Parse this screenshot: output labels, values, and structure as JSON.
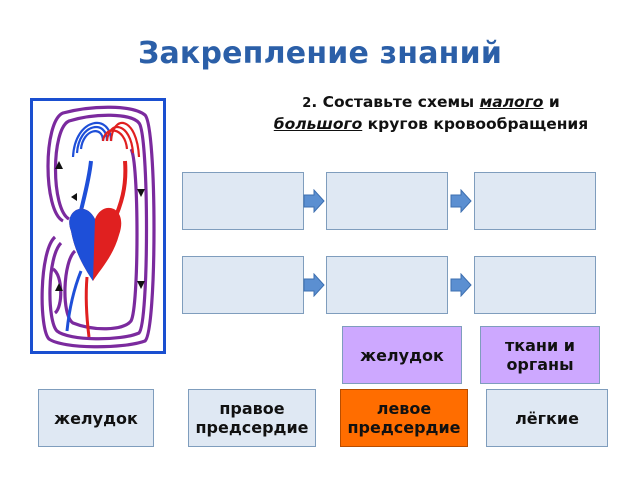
{
  "slide": {
    "title": "Закрепление знаний",
    "task_number": "2",
    "task_dot": ". ",
    "task_part1": "Составьте схемы ",
    "task_small": "малого",
    "task_and": " и",
    "task_large": "большого",
    "task_part2": " кругов кровообращения"
  },
  "scheme": {
    "slots": [
      "",
      "",
      "",
      "",
      "",
      ""
    ]
  },
  "cards": {
    "stomach_top": "желудок",
    "tissues_organs": "ткани и органы",
    "stomach_bottom": "желудок",
    "right_atrium": "правое предсердие",
    "left_atrium": "левое предсердие",
    "lungs": "лёгкие"
  },
  "colors": {
    "title": "#2b5fa8",
    "arrow": "#5b8fd1",
    "card_purple": "#cda8ff",
    "card_light": "#dfe8f3",
    "card_orange": "#ff6d00",
    "frame": "#1a4fd0"
  },
  "icons": {
    "arrow": "arrow-right-icon",
    "diagram": "circulatory-system-diagram"
  }
}
